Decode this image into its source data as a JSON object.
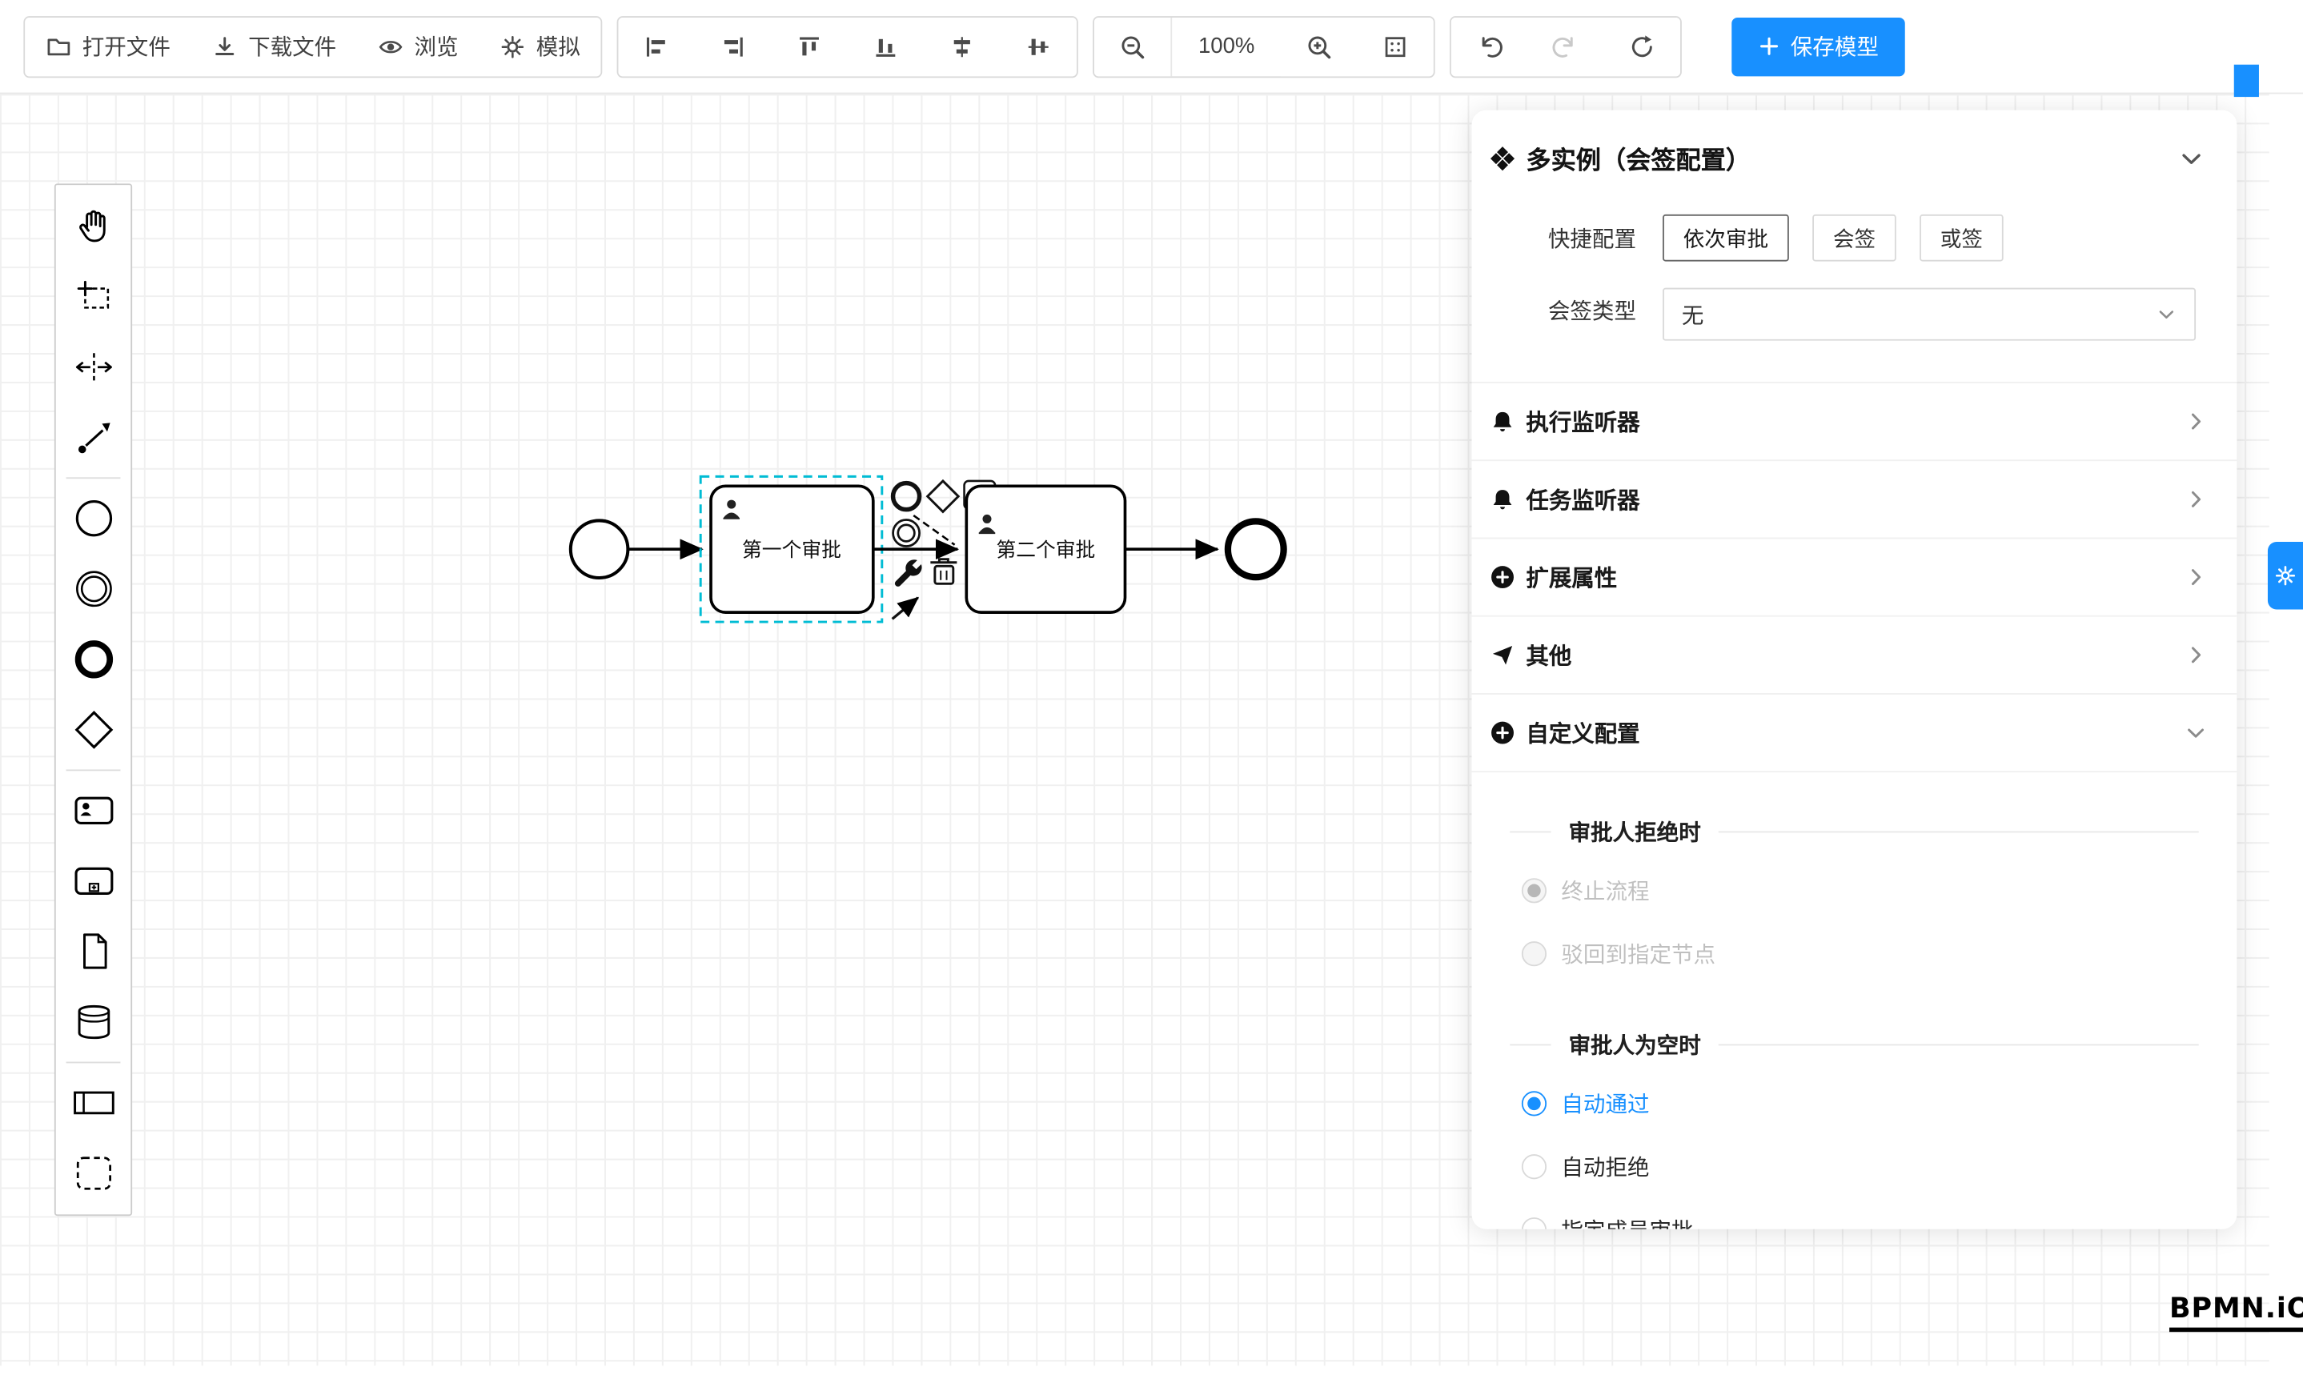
{
  "toolbar": {
    "open_label": "打开文件",
    "download_label": "下载文件",
    "preview_label": "浏览",
    "simulate_label": "模拟",
    "zoom_level": "100%",
    "save_label": "保存模型"
  },
  "canvas": {
    "task1_label": "第一个审批",
    "task2_label": "第二个审批"
  },
  "panel": {
    "title": "多实例（会签配置）",
    "quick_config_label": "快捷配置",
    "quick_options": [
      "依次审批",
      "会签",
      "或签"
    ],
    "quick_selected": "依次审批",
    "sign_type_label": "会签类型",
    "sign_type_value": "无",
    "sections": [
      "执行监听器",
      "任务监听器",
      "扩展属性",
      "其他",
      "自定义配置"
    ],
    "reject_group_title": "审批人拒绝时",
    "reject_options": [
      {
        "label": "终止流程",
        "checked": true,
        "disabled": true
      },
      {
        "label": "驳回到指定节点",
        "checked": false,
        "disabled": true
      }
    ],
    "empty_group_title": "审批人为空时",
    "empty_options": [
      {
        "label": "自动通过",
        "checked": true,
        "disabled": false
      },
      {
        "label": "自动拒绝",
        "checked": false,
        "disabled": false
      },
      {
        "label": "指定成员审批",
        "checked": false,
        "disabled": false
      }
    ]
  },
  "logo_text": "BPMN.iO",
  "icons": {
    "toolbar": [
      "folder-icon",
      "download-icon",
      "eye-icon",
      "simulate-gear-icon",
      "align-left-icon",
      "align-right-icon",
      "align-top-icon",
      "align-bottom-icon",
      "align-hcenter-icon",
      "align-vcenter-icon",
      "zoom-out-icon",
      "zoom-in-icon",
      "fit-view-icon",
      "undo-icon",
      "redo-icon",
      "refresh-icon",
      "plus-icon"
    ],
    "palette": [
      "hand-tool-icon",
      "lasso-tool-icon",
      "space-tool-icon",
      "global-connect-icon",
      "start-event-icon",
      "intermediate-event-icon",
      "end-event-icon",
      "gateway-icon",
      "user-task-icon",
      "subprocess-icon",
      "data-object-icon",
      "data-store-icon",
      "participant-icon",
      "group-icon"
    ],
    "panel": [
      "multi-instance-icon",
      "bell-icon",
      "plus-circle-icon",
      "send-icon",
      "chevron-right-icon",
      "chevron-down-icon",
      "gear-icon"
    ]
  },
  "colors": {
    "accent": "#1890ff",
    "selection": "#00bcd4",
    "grid": "#f0f0f0"
  }
}
